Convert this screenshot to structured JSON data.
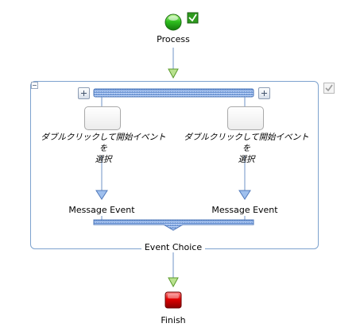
{
  "process": {
    "label": "Process",
    "start_color": "#2fbf1f",
    "check_color": "#2e9a1e"
  },
  "container": {
    "caption": "Event Choice"
  },
  "branches": [
    {
      "prompt_line1": "ダブルクリックして開始イベントを",
      "prompt_line2": "選択",
      "event_label": "Message Event"
    },
    {
      "prompt_line1": "ダブルクリックして開始イベントを",
      "prompt_line2": "選択",
      "event_label": "Message Event"
    }
  ],
  "finish": {
    "label": "Finish",
    "end_color": "#d00000"
  },
  "colors": {
    "connector": "#6f93c7",
    "arrow_green": "#7cc04a",
    "fork_bar": "#8fb3ec"
  }
}
